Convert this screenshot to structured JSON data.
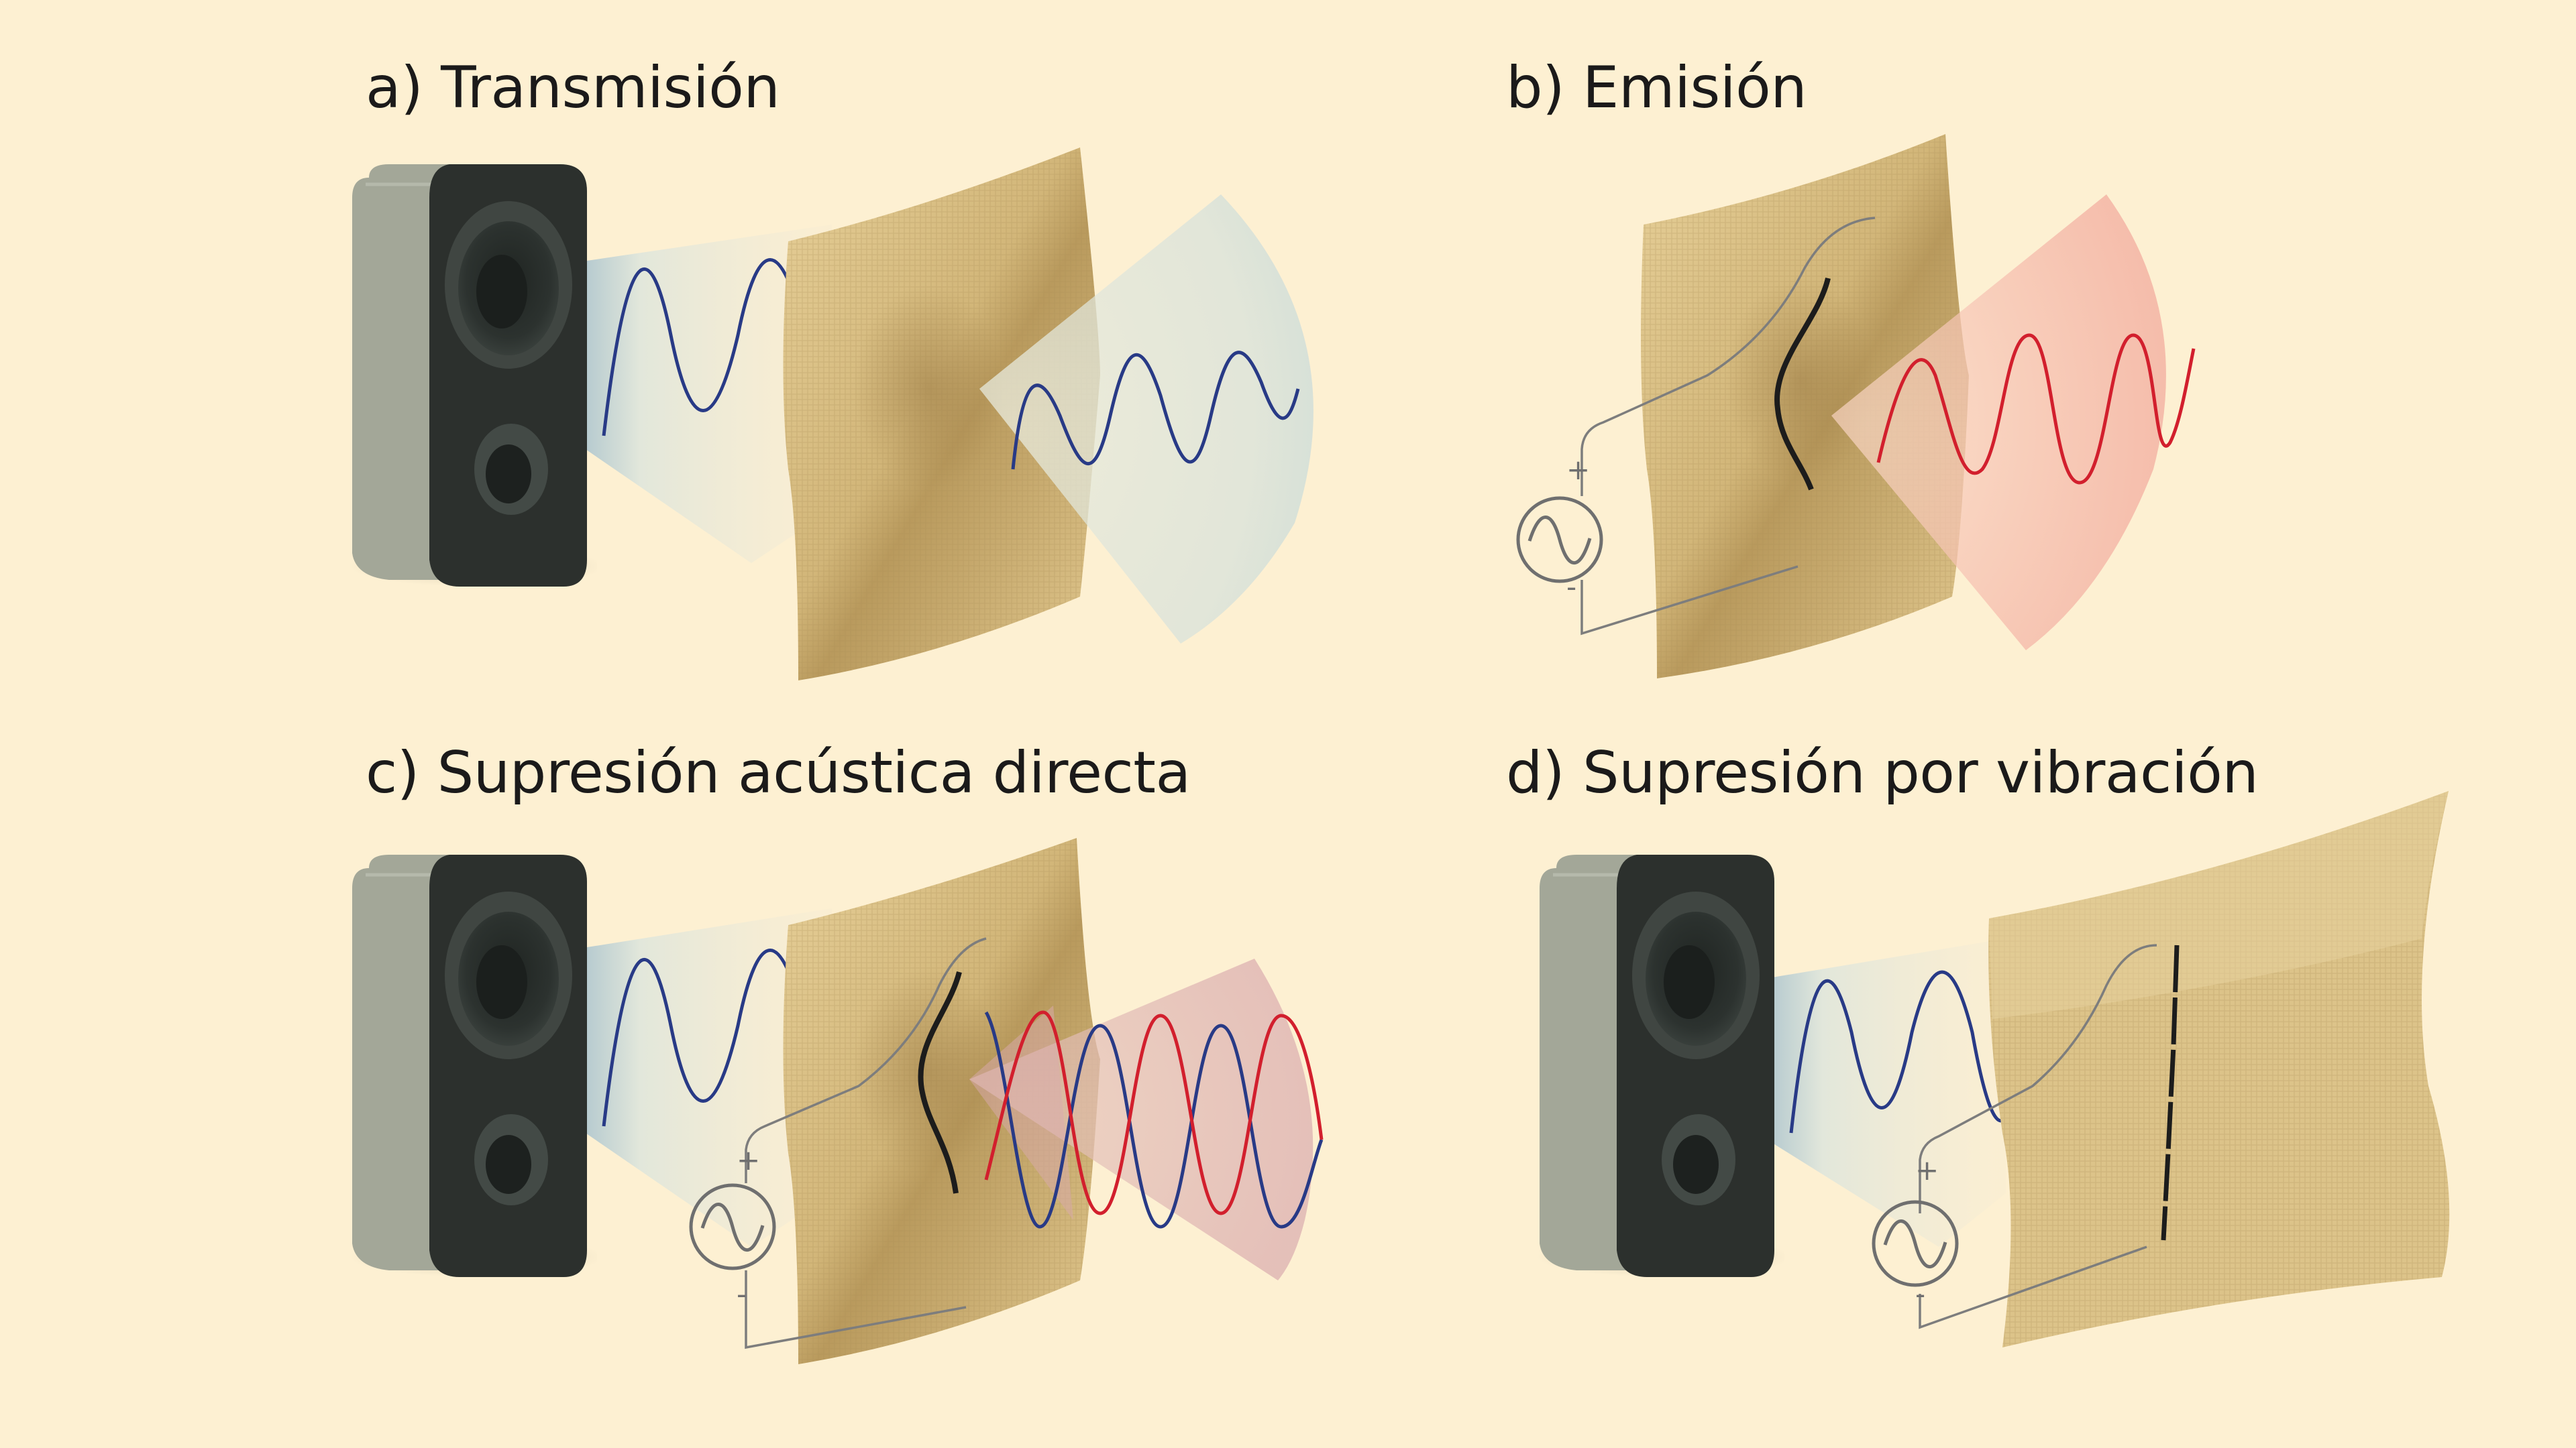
{
  "panels": {
    "a": {
      "title": "a) Transmisión"
    },
    "b": {
      "title": "b) Emisión"
    },
    "c": {
      "title": "c) Supresión acústica directa"
    },
    "d": {
      "title": "d) Supresión por vibración"
    }
  },
  "source_labels": {
    "plus": "+",
    "minus": "-"
  },
  "colors": {
    "background": "#fdf0d2",
    "speaker_body": "#a2a697",
    "speaker_front": "#2b2f2c",
    "fabric": "#d9c088",
    "wave_incident": "#283a86",
    "wave_emitted": "#d21f2d",
    "beam_blue": "#bcd3dc",
    "beam_red": "#f3b0a5",
    "wire": "#7d7d7d"
  },
  "icons": {
    "speaker": "speaker-icon",
    "ac_source": "ac-voltage-source-icon",
    "fabric": "fabric-membrane-icon"
  }
}
